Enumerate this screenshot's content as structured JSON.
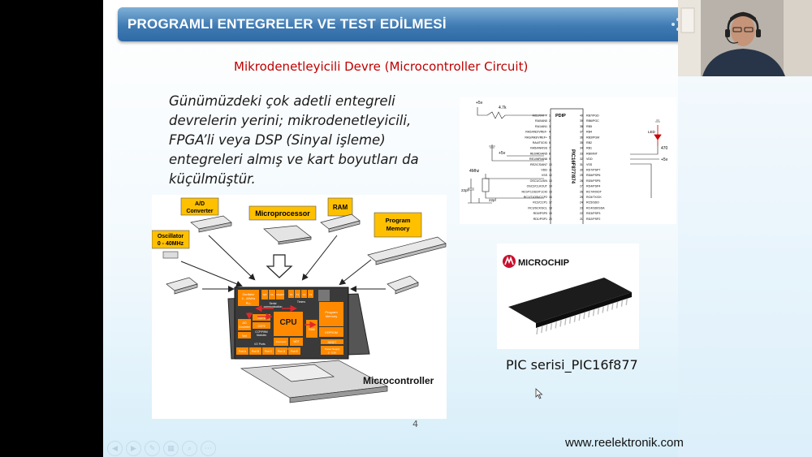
{
  "slide": {
    "title": "PROGRAMLI ENTEGRELER VE TEST EDİLMESİ",
    "subtitle": "Mikrodenetleyicili Devre (Microcontroller Circuit)",
    "body_lines": [
      "Günümüzdeki çok adetli entegreli",
      "devrelerin yerini; mikrodenetleyicili,",
      "FPGA’li veya DSP (Sinyal işleme)",
      "entegreleri almış ve kart boyutları da",
      "küçülmüştür."
    ],
    "page_number": "4",
    "website": "www.reelektronik.com"
  },
  "mc_diagram": {
    "labels": {
      "ad_converter_1": "A/D",
      "ad_converter_2": "Converter",
      "microprocessor": "Microprocessor",
      "ram": "RAM",
      "program_memory_1": "Program",
      "program_memory_2": "Memory",
      "oscillator_1": "Oscillator",
      "oscillator_2": "0 - 40MHz",
      "microcontroller": "Microcontroller",
      "cpu": "CPU"
    },
    "blocks": {
      "osc": "Oscillator",
      "osc2": "0 - 40MHz",
      "pll": "PLL",
      "spi": "SPI",
      "i2c": "I²C",
      "usart": "USART",
      "t0": "T0",
      "t1": "T1",
      "t2": "T2",
      "t3": "T3",
      "timers": "Timers",
      "serial": "Serial",
      "serial2": "communication",
      "prog_mem": "Program",
      "prog_mem2": "Memory",
      "ccp1": "CCP1",
      "ccp2": "CCP2",
      "ccp_mod": "CCP/PWM",
      "ccp_mod2": "Modules",
      "ad": "A/D",
      "ad2": "Converter",
      "vref": "Vref",
      "interrupts": "Interrupts",
      "wdt": "WDT",
      "eeprom": "EEPROM",
      "memory": "Memory",
      "ram_blk": "RAM",
      "reset": "RESET",
      "io_ports": "I/O Ports",
      "port_a": "Port A",
      "port_b": "Port B",
      "port_c": "Port C",
      "port_d": "Port D",
      "port_e": "Port E",
      "power": "Power Supply",
      "power2": "2 - 5.5V"
    }
  },
  "circuit": {
    "plus5v_1": "+5v",
    "res_47k": "4.7k",
    "pdip": "PDIP",
    "chip_name": "PIC16F877/874",
    "led": "LED",
    "res_470": "470",
    "plus5v_2": "+5v",
    "plus5v_3": "+5v",
    "xtal": "4Mhz",
    "cap1": "22pf",
    "cap2": "22pf",
    "left_pins": [
      "MCLR/VPP",
      "RA0/AN0",
      "RA1/AN1",
      "RA2/AN2/VREF-",
      "RA3/AN3/VREF+",
      "RA4/T0CKI",
      "RA5/AN4/SS",
      "RE0/RD/AN5",
      "RE1/WR/AN6",
      "RE2/CS/AN7",
      "VDD",
      "VSS",
      "OSC1/CLKIN",
      "OSC2/CLKOUT",
      "RC0/T1OSO/T1CKI",
      "RC1/T1OSI/CCP2",
      "RC2/CCP1",
      "RC3/SCK/SCL",
      "RD0/PSP0",
      "RD1/PSP1"
    ],
    "right_pins": [
      "RB7/PGD",
      "RB6/PGC",
      "RB5",
      "RB4",
      "RB3/PGM",
      "RB2",
      "RB1",
      "RB0/INT",
      "VDD",
      "VSS",
      "RD7/PSP7",
      "RD6/PSP6",
      "RD5/PSP5",
      "RD4/PSP4",
      "RC7/RX/DT",
      "RC6/TX/CK",
      "RC5/SDO",
      "RC4/SDI/SDA",
      "RD3/PSP3",
      "RD2/PSP2"
    ]
  },
  "chip_photo": {
    "brand": "MICROCHIP",
    "caption": "PIC serisi_PIC16f877"
  },
  "toolbar_icons": [
    "previous-icon",
    "next-icon",
    "pen-icon",
    "gallery-icon",
    "zoom-icon",
    "more-icon"
  ],
  "colors": {
    "title_bar": "#3f7ab3",
    "subtitle": "#c00000",
    "label_box": "#ffc000",
    "block_orange": "#ff8a00"
  }
}
